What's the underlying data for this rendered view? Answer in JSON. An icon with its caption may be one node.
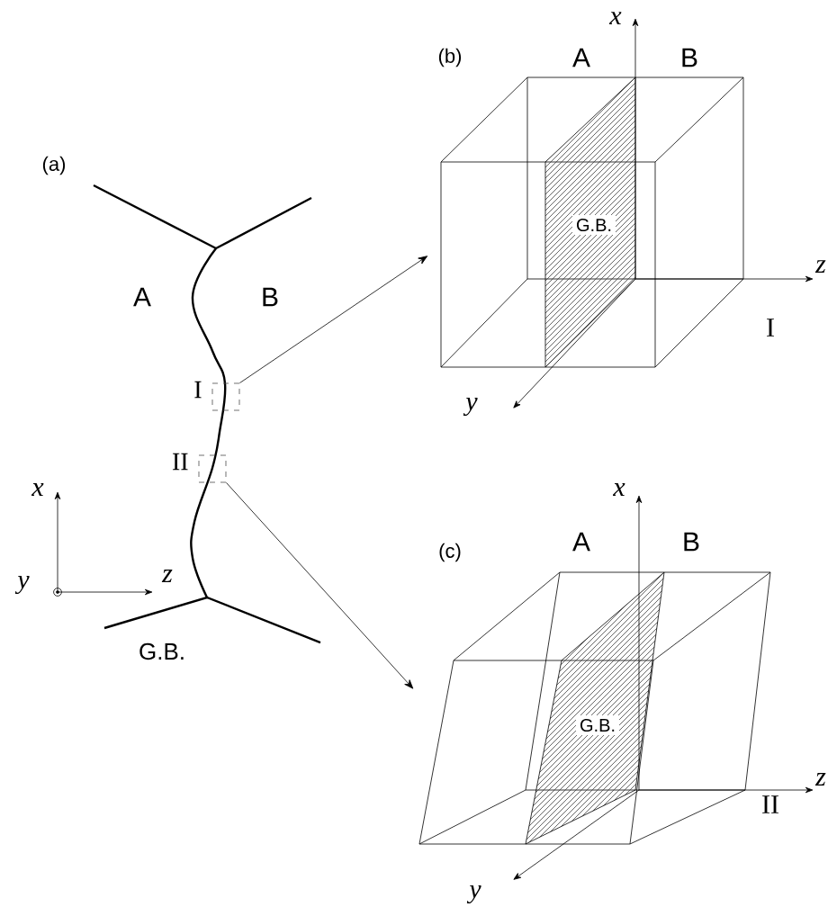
{
  "diagram": {
    "nodes": [
      {
        "text": [],
        "shape": "box",
        "beside": [
          "I"
        ]
      },
      {
        "text": [],
        "shape": "box",
        "beside": [
          "II"
        ]
      },
      {
        "text": [],
        "shape": "cube"
      },
      {
        "text": [],
        "shape": "cube"
      }
    ],
    "edges": [
      {
        "from": 0,
        "to": 2,
        "arrow": "to"
      },
      {
        "from": 1,
        "to": 3,
        "arrow": "to"
      }
    ],
    "labels": [
      "(a)",
      "A",
      "B",
      "x",
      "y",
      "z",
      "G.B.",
      "(b)",
      "x",
      "A",
      "B",
      "G.B.",
      "z",
      "I",
      "y",
      "(c)",
      "x",
      "A",
      "B",
      "G.B.",
      "z",
      "II",
      "y"
    ]
  }
}
